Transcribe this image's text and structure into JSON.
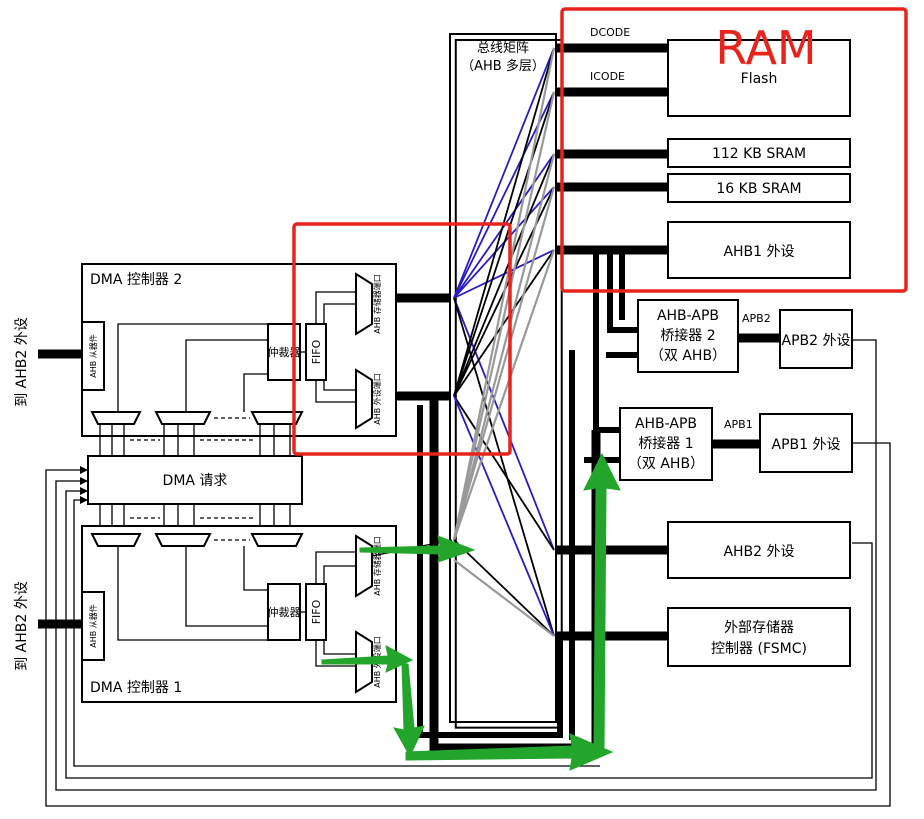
{
  "overlay": {
    "ram_label": "RAM"
  },
  "matrix": {
    "title": "总线矩阵",
    "subtitle": "（AHB 多层）"
  },
  "buses": {
    "dcode": "DCODE",
    "icode": "ICODE",
    "apb2": "APB2",
    "apb1": "APB1"
  },
  "slaves": {
    "flash": "Flash",
    "sram112": "112 KB SRAM",
    "sram16": "16 KB SRAM",
    "ahb1": "AHB1 外设",
    "ahb2": "AHB2 外设",
    "fsmc_line1": "外部存储器",
    "fsmc_line2": "控制器 (FSMC)"
  },
  "bridges": {
    "bridge2": {
      "line1": "AHB-APB",
      "line2": "桥接器 2",
      "line3": "（双 AHB）"
    },
    "bridge1": {
      "line1": "AHB-APB",
      "line2": "桥接器 1",
      "line3": "（双 AHB）"
    }
  },
  "apb": {
    "apb2_periph": "APB2 外设",
    "apb1_periph": "APB1 外设"
  },
  "dma2": {
    "title": "DMA 控制器 2",
    "slave": "AHB 从器件",
    "arbiter": "仲裁器",
    "fifo": "FIFO",
    "mem_port": "AHB 存储器端口",
    "periph_port": "AHB 外设端口"
  },
  "dma1": {
    "title": "DMA 控制器 1",
    "slave": "AHB 从器件",
    "arbiter": "仲裁器",
    "fifo": "FIFO",
    "mem_port": "AHB 存储器端口",
    "periph_port": "AHB 外设端口"
  },
  "dma_request": "DMA 请求",
  "side": {
    "to_ahb2_top": "到 AHB2 外设",
    "to_ahb2_bottom": "到 AHB2 外设"
  }
}
